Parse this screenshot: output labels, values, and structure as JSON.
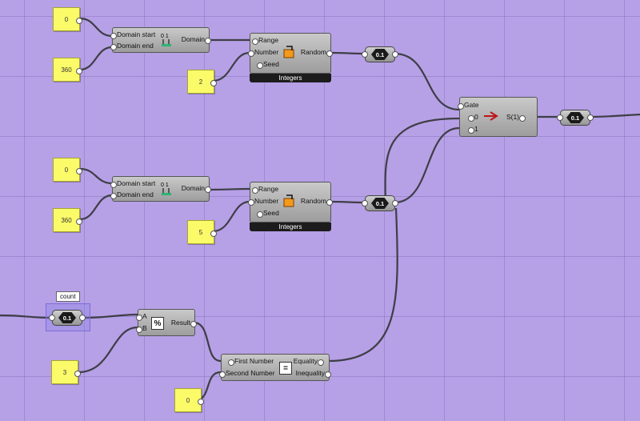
{
  "sliders": {
    "s1": "0",
    "s2": "360",
    "s3": "2",
    "s4": "0",
    "s5": "360",
    "s6": "5",
    "s7": "3",
    "s8": "0"
  },
  "domain1": {
    "in_start": "Domain start",
    "in_end": "Domain end",
    "out": "Domain"
  },
  "domain2": {
    "in_start": "Domain start",
    "in_end": "Domain end",
    "out": "Domain"
  },
  "random1": {
    "range": "Range",
    "number": "Number",
    "seed": "Seed",
    "out": "Random",
    "footer": "Integers"
  },
  "random2": {
    "range": "Range",
    "number": "Number",
    "seed": "Seed",
    "out": "Random",
    "footer": "Integers"
  },
  "gate": {
    "gate": "Gate",
    "in0": "0",
    "in1": "1",
    "out": "S(1)"
  },
  "params": {
    "p1": "0.1",
    "p2": "0.1",
    "p3": "0.1",
    "count": "0.1"
  },
  "count_tooltip": "count",
  "modulus": {
    "a": "A",
    "b": "B",
    "out": "Result",
    "icon": "%"
  },
  "equality": {
    "first": "First Number",
    "second": "Second Number",
    "eq": "Equality",
    "ineq": "Inequality",
    "icon": "="
  },
  "colors": {
    "canvas": "#b6a0e6",
    "slider": "#fbfb6a",
    "wire": "#3e3e46"
  },
  "icons": [
    "domain-icon",
    "random-dice-icon",
    "stream-gate-icon",
    "modulus-icon",
    "equality-icon",
    "hexagon-param-icon"
  ]
}
